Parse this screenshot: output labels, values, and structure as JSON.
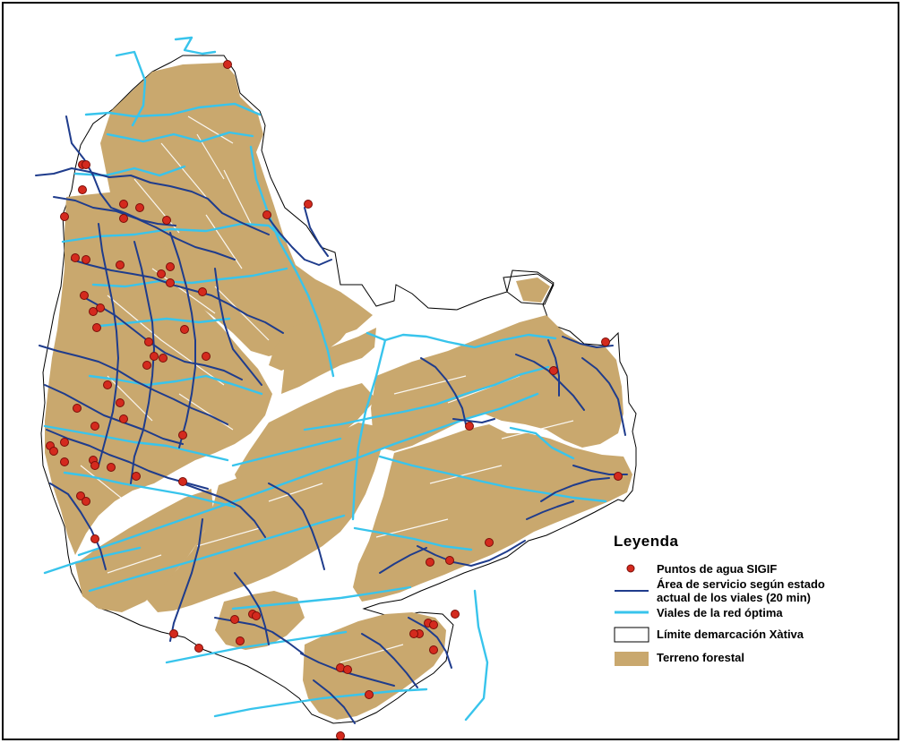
{
  "legend": {
    "title": "Leyenda",
    "items": [
      {
        "label": "Puntos de agua SIGIF",
        "symbol": "red-dot",
        "color": "#d42a1e"
      },
      {
        "label_line1": "Área de servicio según estado",
        "label_line2": "actual de los viales (20 min)",
        "symbol": "dark-blue-line",
        "color": "#1f3c8c"
      },
      {
        "label": "Viales de la red óptima",
        "symbol": "cyan-line",
        "color": "#38c4ec"
      },
      {
        "label": "Límite demarcación Xàtiva",
        "symbol": "white-box",
        "color": "#ffffff"
      },
      {
        "label": "Terreno forestal",
        "symbol": "tan-box",
        "color": "#c9a86e"
      }
    ]
  },
  "colors": {
    "forest": "#c9a86e",
    "service_area": "#1f3c8c",
    "optimal_roads": "#38c4ec",
    "water_points": "#d42a1e",
    "boundary": "#000000"
  },
  "water_points": [
    [
      254,
      72
    ],
    [
      92,
      184
    ],
    [
      96,
      184
    ],
    [
      92,
      212
    ],
    [
      72,
      242
    ],
    [
      138,
      228
    ],
    [
      156,
      232
    ],
    [
      138,
      244
    ],
    [
      186,
      246
    ],
    [
      298,
      240
    ],
    [
      344,
      228
    ],
    [
      84,
      288
    ],
    [
      96,
      290
    ],
    [
      134,
      296
    ],
    [
      190,
      298
    ],
    [
      180,
      306
    ],
    [
      190,
      316
    ],
    [
      226,
      326
    ],
    [
      94,
      330
    ],
    [
      104,
      348
    ],
    [
      112,
      344
    ],
    [
      108,
      366
    ],
    [
      206,
      368
    ],
    [
      166,
      382
    ],
    [
      172,
      398
    ],
    [
      182,
      400
    ],
    [
      164,
      408
    ],
    [
      230,
      398
    ],
    [
      120,
      430
    ],
    [
      134,
      450
    ],
    [
      86,
      456
    ],
    [
      138,
      468
    ],
    [
      106,
      476
    ],
    [
      204,
      486
    ],
    [
      72,
      494
    ],
    [
      56,
      498
    ],
    [
      60,
      504
    ],
    [
      72,
      516
    ],
    [
      104,
      514
    ],
    [
      106,
      520
    ],
    [
      124,
      522
    ],
    [
      152,
      532
    ],
    [
      204,
      538
    ],
    [
      90,
      554
    ],
    [
      96,
      560
    ],
    [
      106,
      602
    ],
    [
      618,
      414
    ],
    [
      676,
      382
    ],
    [
      524,
      476
    ],
    [
      690,
      532
    ],
    [
      546,
      606
    ],
    [
      480,
      628
    ],
    [
      502,
      626
    ],
    [
      282,
      686
    ],
    [
      286,
      688
    ],
    [
      262,
      692
    ],
    [
      268,
      716
    ],
    [
      194,
      708
    ],
    [
      222,
      724
    ],
    [
      508,
      686
    ],
    [
      478,
      696
    ],
    [
      484,
      698
    ],
    [
      468,
      708
    ],
    [
      462,
      708
    ],
    [
      484,
      726
    ],
    [
      380,
      746
    ],
    [
      388,
      748
    ],
    [
      412,
      776
    ],
    [
      380,
      822
    ]
  ]
}
